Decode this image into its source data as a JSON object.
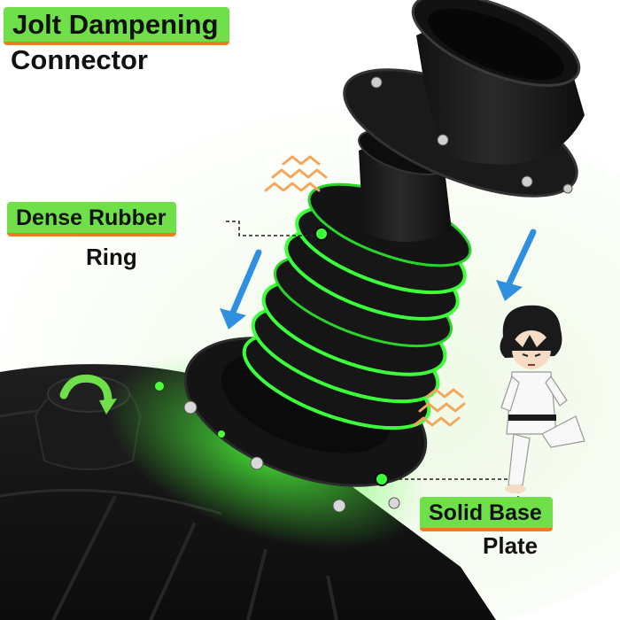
{
  "labels": {
    "connector": {
      "line1": "Jolt Dampening",
      "line2": "Connector"
    },
    "ring": {
      "line1": "Dense Rubber",
      "line2": "Ring"
    },
    "plate": {
      "line1": "Solid Base",
      "line2": "Plate"
    }
  },
  "colors": {
    "accent_green": "#6fe04a",
    "accent_orange": "#f07b1c",
    "arrow_blue": "#2f8fe0",
    "glow_green": "#3cff3c",
    "product_black": "#161616",
    "background_tint": "#eaf7df"
  },
  "icons": [
    "rotate-arrow-icon",
    "vibration-wave-icon",
    "down-arrow-icon",
    "callout-dot-icon",
    "karate-kid-illustration"
  ]
}
